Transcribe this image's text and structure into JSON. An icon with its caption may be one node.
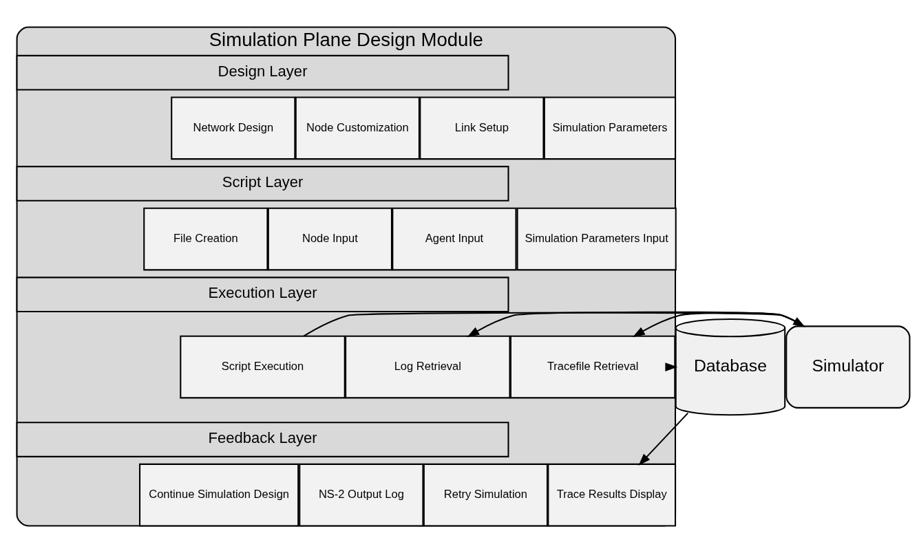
{
  "diagram": {
    "nodes": [
      {
        "text": [
          "Simulation Plane Design Module"
        ]
      },
      {
        "text": [
          "Design Layer"
        ],
        "in": 0
      },
      {
        "text": [
          "Network Design"
        ],
        "in": 0
      },
      {
        "text": [
          "Node Customization"
        ],
        "in": 0
      },
      {
        "text": [
          "Link Setup"
        ],
        "in": 0
      },
      {
        "text": [
          "Simulation Parameters"
        ],
        "in": 0
      },
      {
        "text": [
          "Script Layer"
        ],
        "in": 0
      },
      {
        "text": [
          "File Creation"
        ],
        "in": 0
      },
      {
        "text": [
          "Node Input"
        ],
        "in": 0
      },
      {
        "text": [
          "Agent Input"
        ],
        "in": 0
      },
      {
        "text": [
          "Simulation Parameters Input"
        ],
        "in": 0
      },
      {
        "text": [
          "Execution Layer"
        ],
        "in": 0
      },
      {
        "text": [
          "Script Execution"
        ],
        "in": 0
      },
      {
        "text": [
          "Log Retrieval"
        ],
        "in": 0
      },
      {
        "text": [
          "Tracefile Retrieval"
        ],
        "in": 0
      },
      {
        "text": [
          "Feedback Layer"
        ],
        "in": 0
      },
      {
        "text": [
          "Continue Simulation Design"
        ],
        "in": 0
      },
      {
        "text": [
          "NS-2 Output Log"
        ],
        "in": 0
      },
      {
        "text": [
          "Retry Simulation"
        ],
        "in": 0
      },
      {
        "text": [
          "Trace Results Display"
        ],
        "in": 0
      },
      {
        "text": [
          "Simulator"
        ]
      },
      {
        "text": [
          "Database"
        ]
      }
    ],
    "edges": [
      {
        "from": 12,
        "to": 20,
        "arrow": "to"
      },
      {
        "from": 20,
        "to": 13,
        "arrow": "to"
      },
      {
        "from": 20,
        "to": 14,
        "arrow": "to"
      },
      {
        "from": 14,
        "to": 21,
        "arrow": "to"
      },
      {
        "from": 21,
        "to": 19,
        "arrow": "to"
      }
    ]
  }
}
